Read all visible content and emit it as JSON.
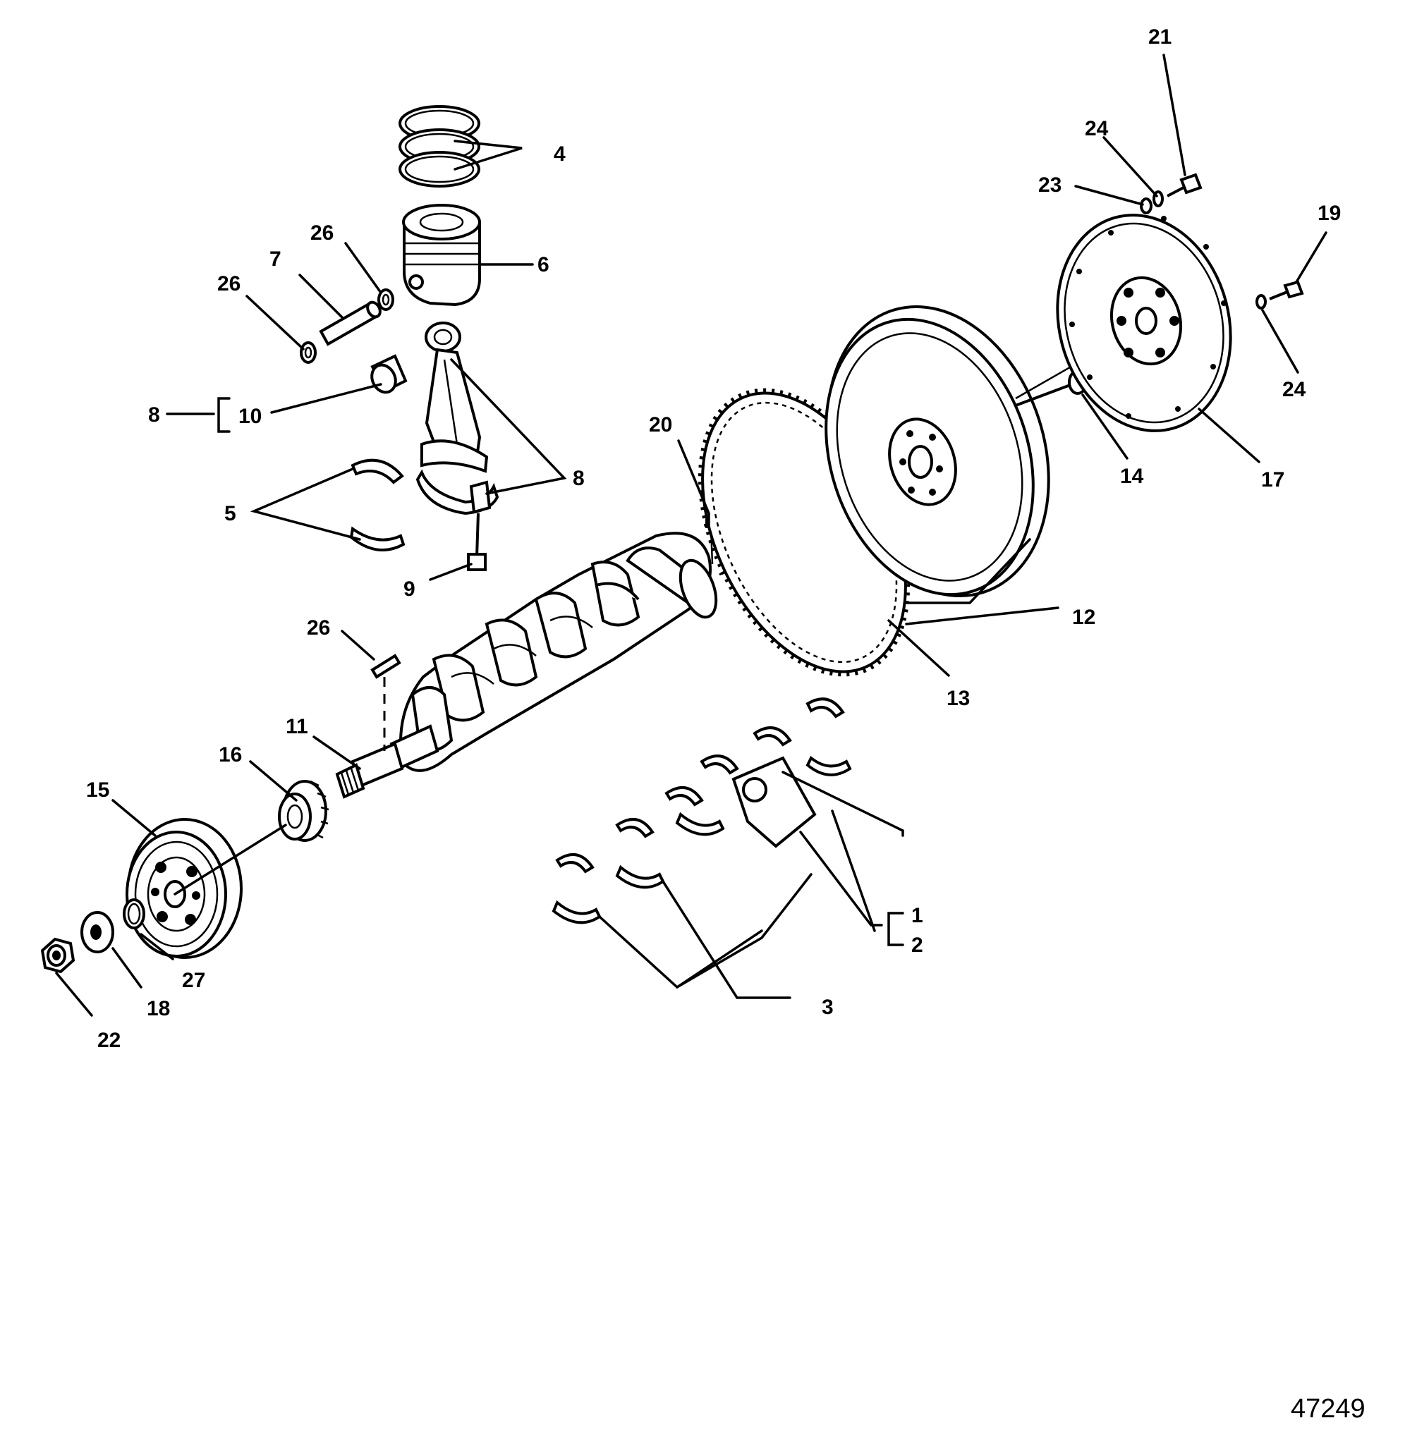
{
  "figure_number": "47249",
  "parts": [
    {
      "key": "p4",
      "label": "4"
    },
    {
      "key": "p6",
      "label": "6"
    },
    {
      "key": "p7",
      "label": "7"
    },
    {
      "key": "p26a",
      "label": "26"
    },
    {
      "key": "p26b",
      "label": "26"
    },
    {
      "key": "p8a",
      "label": "8"
    },
    {
      "key": "p10",
      "label": "10"
    },
    {
      "key": "p8b",
      "label": "8"
    },
    {
      "key": "p5",
      "label": "5"
    },
    {
      "key": "p9",
      "label": "9"
    },
    {
      "key": "p20",
      "label": "20"
    },
    {
      "key": "p21",
      "label": "21"
    },
    {
      "key": "p24a",
      "label": "24"
    },
    {
      "key": "p23",
      "label": "23"
    },
    {
      "key": "p19",
      "label": "19"
    },
    {
      "key": "p24b",
      "label": "24"
    },
    {
      "key": "p14",
      "label": "14"
    },
    {
      "key": "p17",
      "label": "17"
    },
    {
      "key": "p12",
      "label": "12"
    },
    {
      "key": "p13",
      "label": "13"
    },
    {
      "key": "p26c",
      "label": "26"
    },
    {
      "key": "p11",
      "label": "11"
    },
    {
      "key": "p16",
      "label": "16"
    },
    {
      "key": "p15",
      "label": "15"
    },
    {
      "key": "p1",
      "label": "1"
    },
    {
      "key": "p2",
      "label": "2"
    },
    {
      "key": "p3",
      "label": "3"
    },
    {
      "key": "p27",
      "label": "27"
    },
    {
      "key": "p18",
      "label": "18"
    },
    {
      "key": "p22",
      "label": "22"
    }
  ]
}
